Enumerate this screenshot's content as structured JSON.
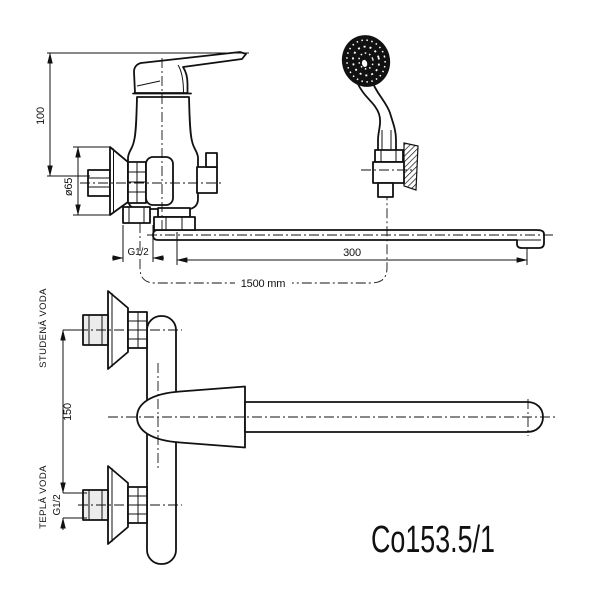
{
  "drawing": {
    "product_code": "Co153.5/1",
    "top_view": {
      "dim_height": "100",
      "dim_flange_diameter": "ø65",
      "dim_inlet_thread": "G1/2",
      "dim_spout_length": "300",
      "dim_hose_length": "1500 mm"
    },
    "bottom_view": {
      "label_cold_water": "STUDENÁ VODA",
      "label_hot_water": "TEPLÁ VODA",
      "dim_inlet_spacing": "150",
      "dim_inlet_thread": "G1/2"
    }
  }
}
